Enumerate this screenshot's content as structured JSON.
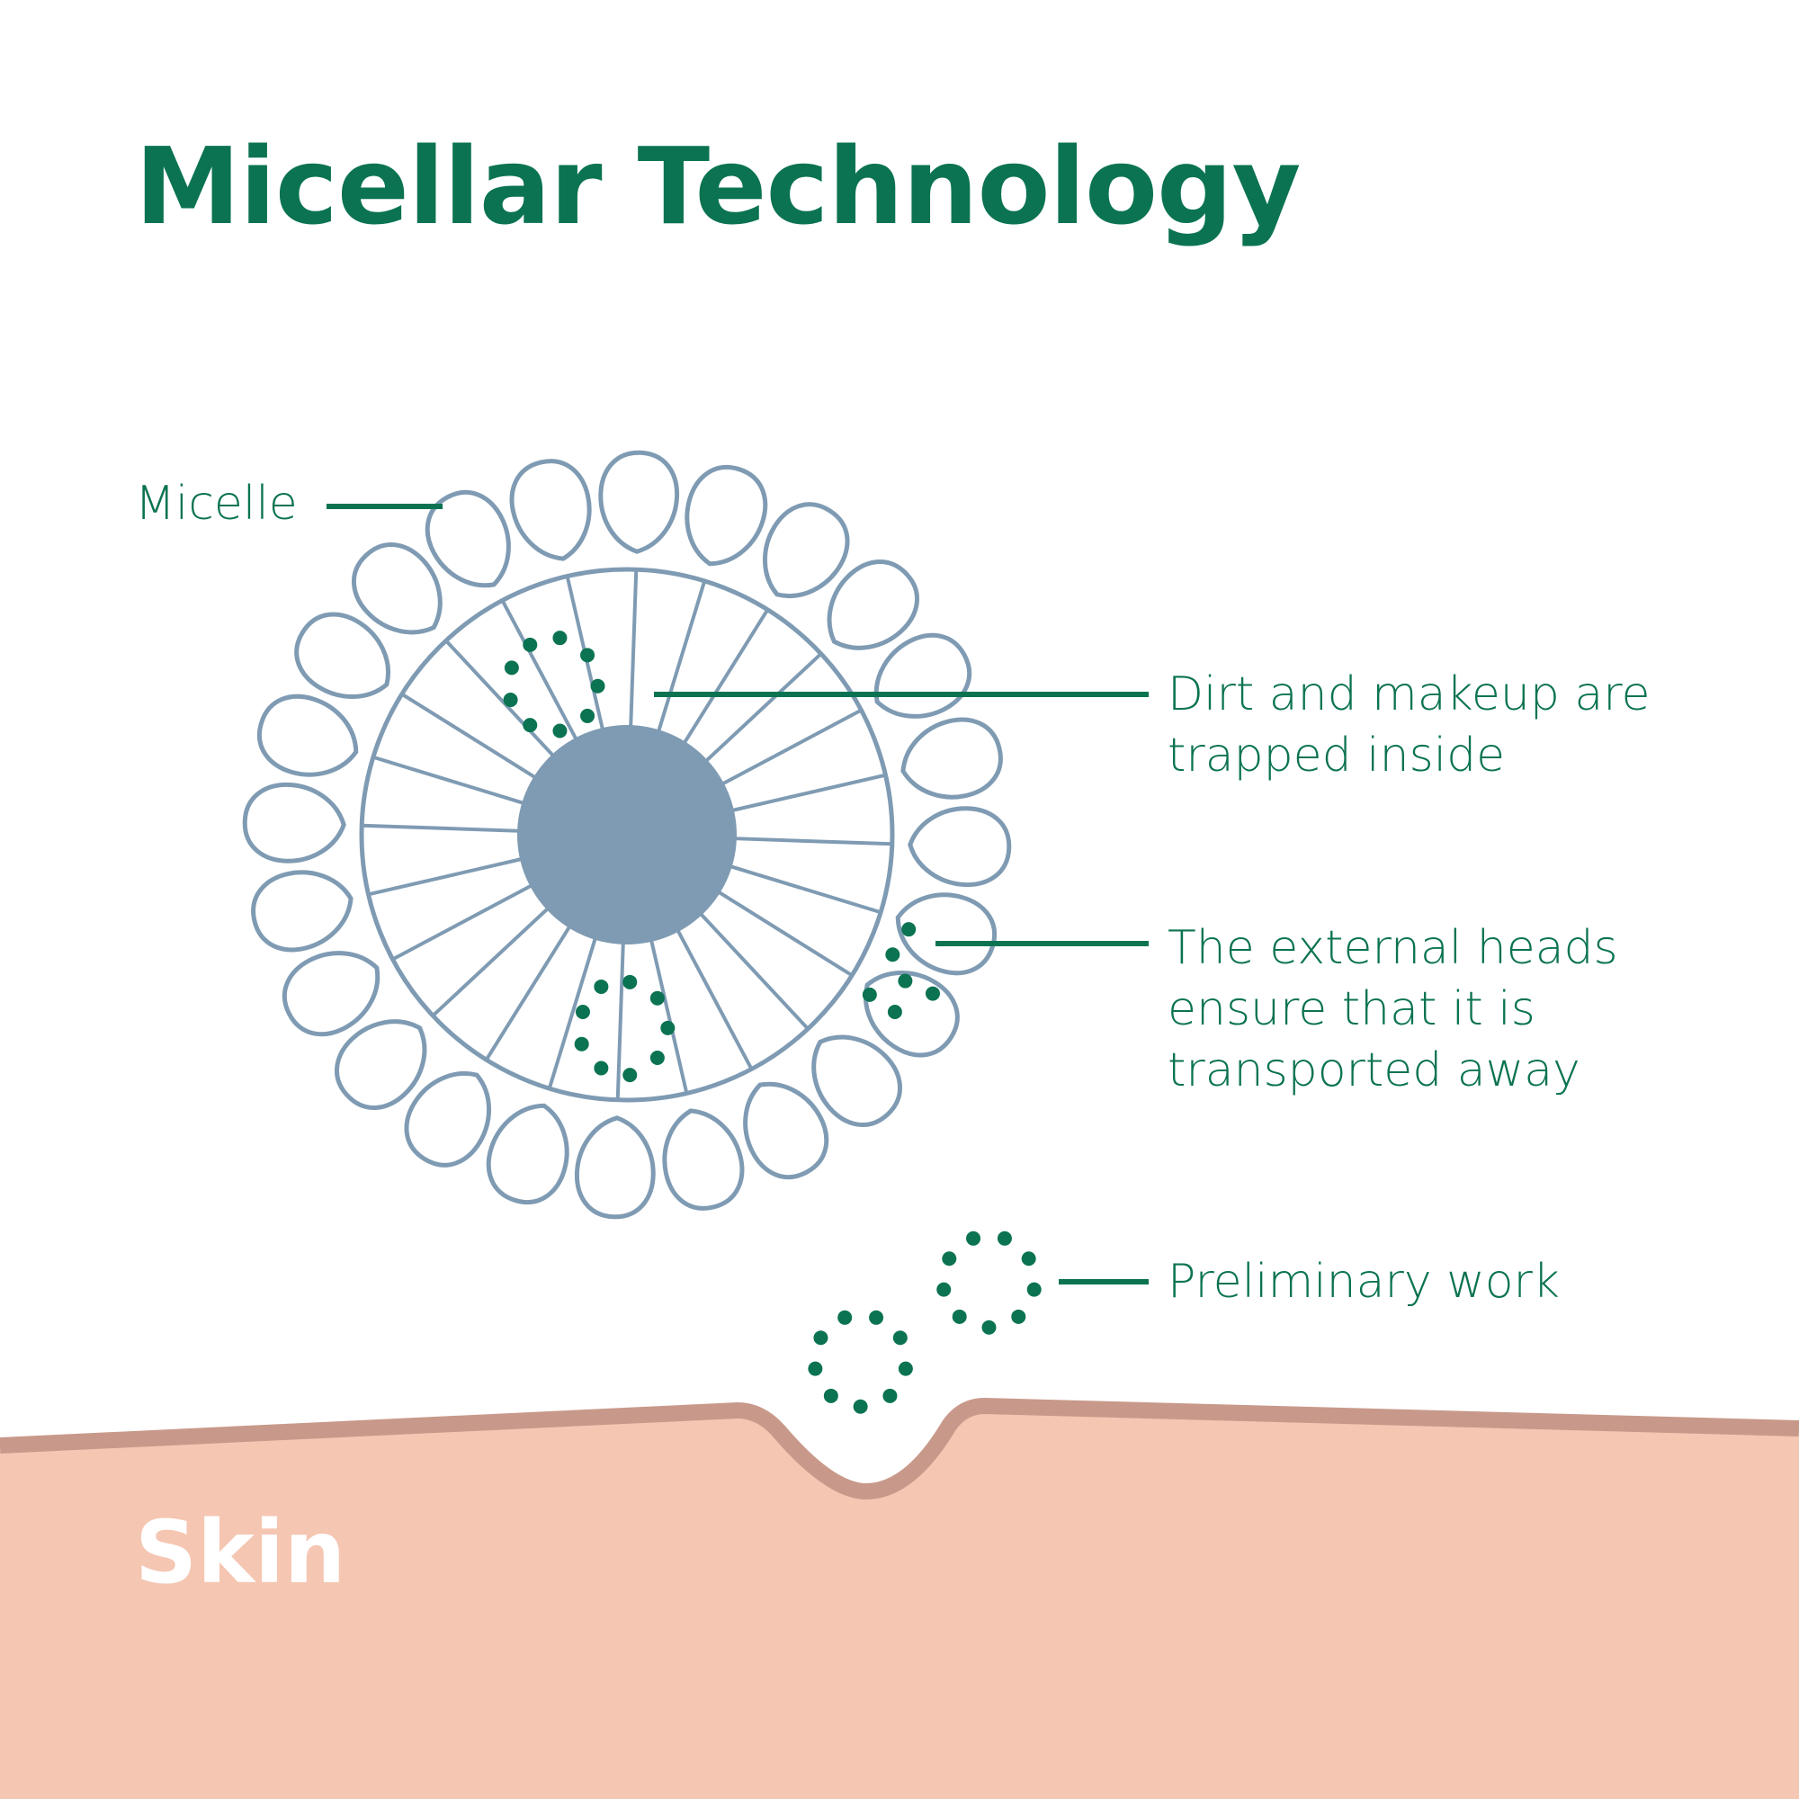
{
  "title": "Micellar Technology",
  "labels": {
    "micelle": "Micelle",
    "dirt_line1": "Dirt and makeup are",
    "dirt_line2": "trapped inside",
    "heads_line1": "The external heads",
    "heads_line2": "ensure that it is",
    "heads_line3": "transported away",
    "preliminary": "Preliminary work",
    "skin": "Skin"
  },
  "colors": {
    "green": "#0b7352",
    "micelle_stroke": "#7f9bb3",
    "core": "#7f9bb3",
    "skin_fill": "#f5c6b2",
    "skin_edge": "#c8998a"
  }
}
